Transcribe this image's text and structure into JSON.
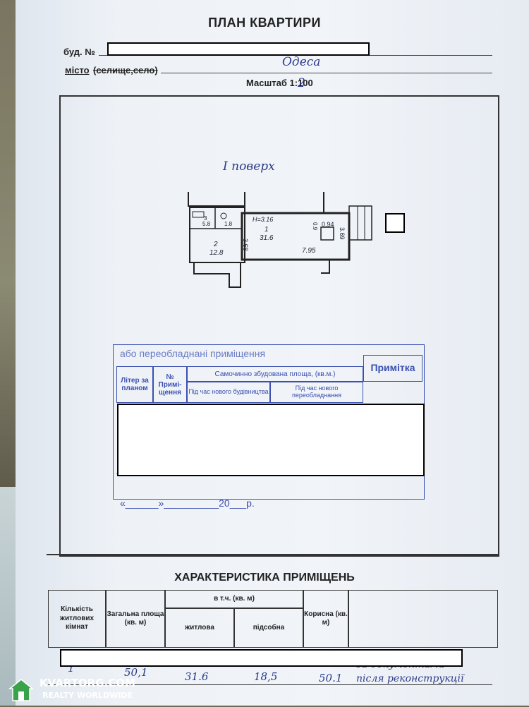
{
  "document": {
    "title": "ПЛАН КВАРТИРИ",
    "building_label": "буд. №",
    "city_label_prefix": "місто",
    "city_label_struck": "(селище,село)",
    "city_value": "Одеса",
    "scale_label": "Масштаб 1:100",
    "scale_overwrite": "2"
  },
  "plan": {
    "floor_label": "I поверх",
    "room1_number": "1",
    "room1_area": "31.6",
    "room2_number": "2",
    "room2_area": "12.8",
    "room3_number": "3",
    "room3_area": "5.8",
    "room4_area": "1.8",
    "height": "H=3.16",
    "dim_length": "7.95",
    "dim_width_right": "3.69",
    "dim_width_left": "3.68",
    "dim_small_1": "0.94",
    "dim_small_2": "0.9"
  },
  "stamp": {
    "header_text": "або переобладнані приміщення",
    "col_litera": "Літер за планом",
    "col_number": "№ Примі-щення",
    "col_area": "Самочинно збудована площа, (кв.м.)",
    "col_new_build": "Під час нового будівництва",
    "col_reequip": "Під час нового переобладнання",
    "col_note": "Примітка",
    "date_text": "«______»__________20___р."
  },
  "characteristics": {
    "title": "ХАРАКТЕРИСТИКА ПРИМІЩЕНЬ",
    "col_rooms": "Кількість житлових кімнат",
    "col_total": "Загальна площа (кв. м)",
    "col_including": "в т.ч. (кв. м)",
    "col_living": "житлова",
    "col_aux": "підсобна",
    "col_useful": "Корисна (кв. м)",
    "row_rooms": "1",
    "row_total": "50,1",
    "row_living": "31.6",
    "row_aux": "18,5",
    "row_useful": "50.1",
    "row_note_1": "за документами",
    "row_note_2": "після реконструкції"
  },
  "watermark": {
    "brand": "KVARTORG.COM",
    "tagline": "REALTY WORLDWIDE"
  }
}
